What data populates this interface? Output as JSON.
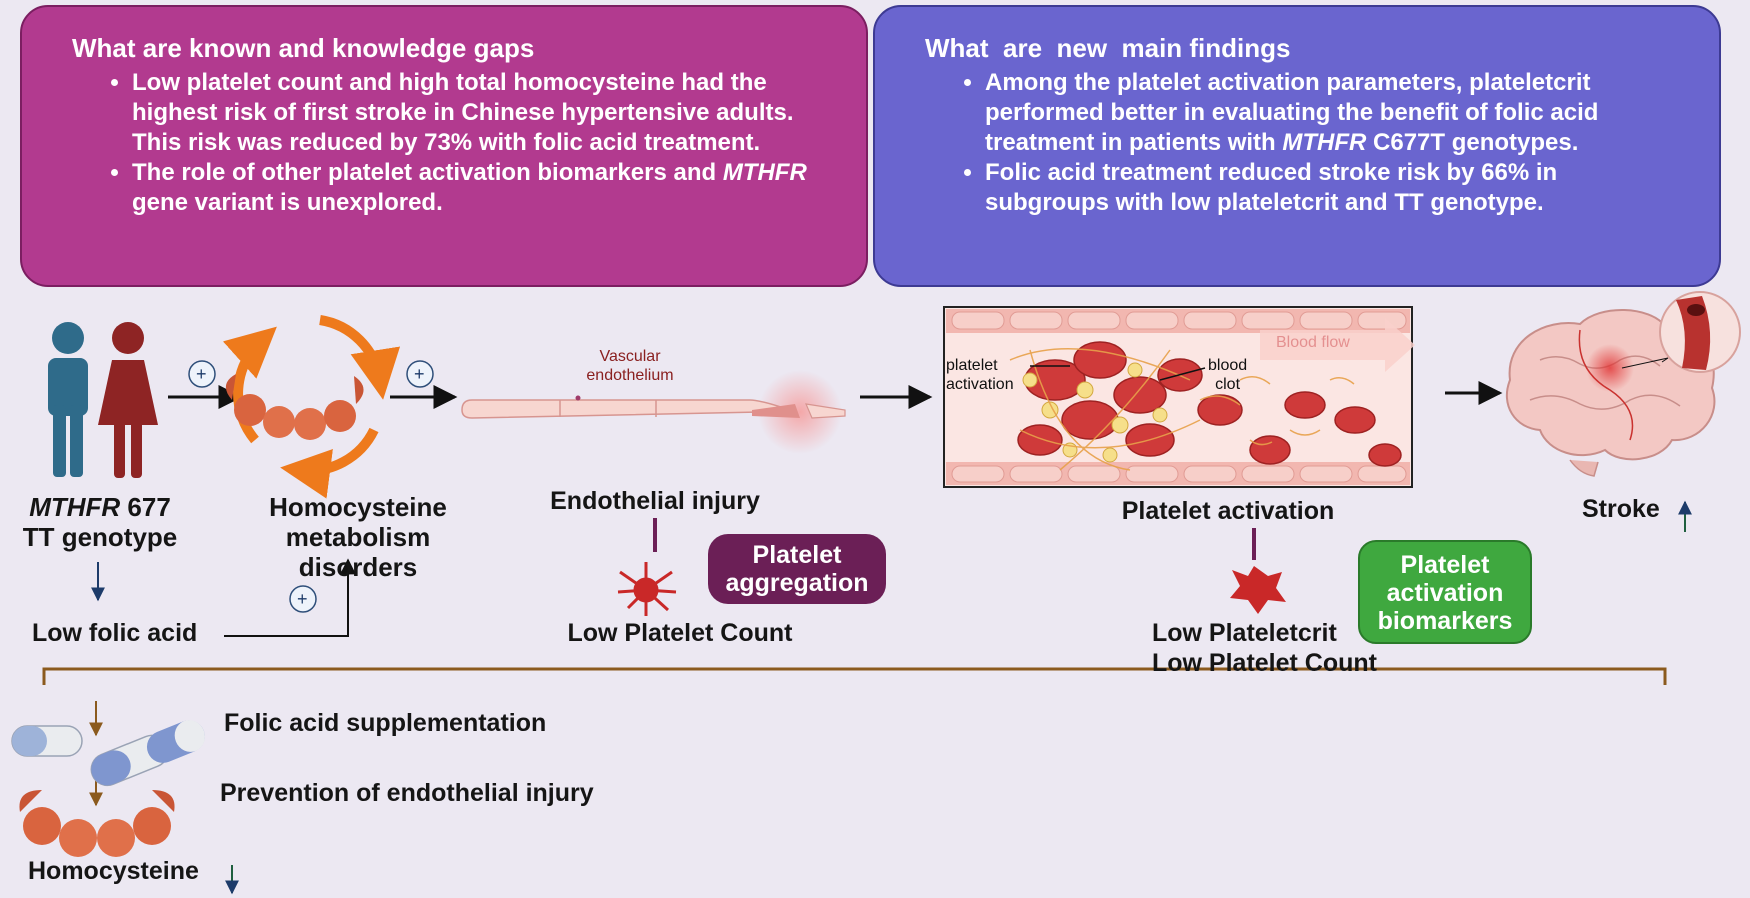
{
  "known_box": {
    "title": "What are known and knowledge gaps",
    "bullets": [
      {
        "pre": "Low platelet count and high total homocysteine had the highest risk of first stroke in Chinese hypertensive adults. This risk was reduced by 73% with folic acid treatment.",
        "italic": "",
        "post": ""
      },
      {
        "pre": "The role of other platelet activation biomarkers and ",
        "italic": "MTHFR",
        "post": " gene variant is unexplored."
      }
    ]
  },
  "new_box": {
    "title": "What  are  new  main findings",
    "bullets": [
      {
        "pre": "Among the platelet activation parameters, plateletcrit performed better in evaluating the benefit of folic acid treatment in patients with ",
        "italic": "MTHFR",
        "post": " C677T genotypes."
      },
      {
        "pre": "Folic acid treatment reduced stroke risk by 66% in subgroups with low plateletcrit and TT genotype.",
        "italic": "",
        "post": ""
      }
    ]
  },
  "pathway": {
    "genotype_italic": "MTHFR",
    "genotype_rest": " 677",
    "genotype_line2": "TT genotype",
    "homocysteine_line1": "Homocysteine",
    "homocysteine_line2": "metabolism disorders",
    "vascular_line1": "Vascular",
    "vascular_line2": "endothelium",
    "endothelial_injury": "Endothelial injury",
    "platelet_activation": "Platelet activation",
    "inset_platelet_line1": "platelet",
    "inset_platelet_line2": "activation",
    "inset_clot_line1": "blood",
    "inset_clot_line2": "clot",
    "blood_flow": "Blood flow",
    "stroke": "Stroke",
    "stroke_arrow": "↑",
    "plus": "+",
    "low_folic_acid": "Low folic acid",
    "low_platelet_count_1": "Low Platelet Count",
    "platelet_aggregation_line1": "Platelet",
    "platelet_aggregation_line2": "aggregation",
    "low_plateletcrit": "Low Plateletcrit",
    "low_platelet_count_2": "Low Platelet Count",
    "biomarkers_line1": "Platelet",
    "biomarkers_line2": "activation",
    "biomarkers_line3": "biomarkers"
  },
  "treatment": {
    "folic_supplementation": "Folic acid supplementation",
    "prevention": "Prevention of endothelial injury",
    "homocysteine": "Homocysteine",
    "down_arrow": "↓"
  },
  "colors": {
    "known_box": "#b23a8f",
    "new_box": "#6a65cf",
    "aggregation_badge": "#6b1f56",
    "biomarkers_badge": "#3fa83f",
    "bracket": "#8b5a1e",
    "man": "#2f6b8a",
    "woman": "#8e2424",
    "cycle_arrow": "#ee7a1c",
    "red_cell": "#cf3a3a"
  }
}
